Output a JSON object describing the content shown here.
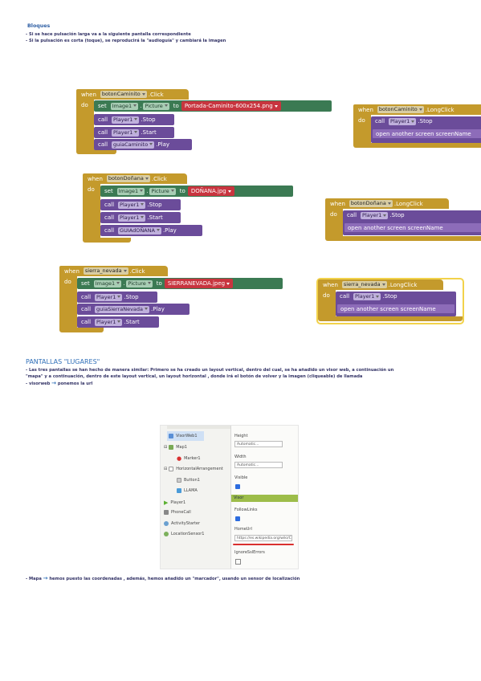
{
  "header": {
    "title": "Bloques",
    "line1": "- Si se hace pulsación larga va a la siguiente pantalla correspondiente",
    "line2": "- Si la pulsación es corta (toque), se reproducirá la \"audioguía\" y cambiará la imagen"
  },
  "blocks": {
    "caminito_click": {
      "when": "when",
      "component": "botonCaminito",
      "event": ".Click",
      "do": "do",
      "set": "set",
      "image": "Image1",
      "dot": ".",
      "prop": "Picture",
      "to": "to",
      "value": "Portada-Caminito-600x254.png",
      "call": "call",
      "player": "Player1",
      "stop": ".Stop",
      "start": ".Start",
      "guia": "guiaCaminito",
      "play": ".Play"
    },
    "caminito_long": {
      "when": "when",
      "component": "botonCaminito",
      "event": ".LongClick",
      "do": "do",
      "call": "call",
      "player": "Player1",
      "stop": ".Stop",
      "open": "open another screen  screenName"
    },
    "donana_click": {
      "when": "when",
      "component": "botonDoñana",
      "event": ".Click",
      "do": "do",
      "set": "set",
      "image": "Image1",
      "dot": ".",
      "prop": "Picture",
      "to": "to",
      "value": "DOÑANA.jpg",
      "call": "call",
      "player": "Player1",
      "stop": ".Stop",
      "start": ".Start",
      "guia": "GUIAdOÑANA",
      "play": ".Play"
    },
    "donana_long": {
      "when": "when",
      "component": "botonDoñana",
      "event": ".LongClick",
      "do": "do",
      "call": "call",
      "player": "Player1",
      "stop": ".Stop",
      "open": "open another screen  screenName"
    },
    "sierra_click": {
      "when": "when",
      "component": "sierra_nevada",
      "event": ".Click",
      "do": "do",
      "set": "set",
      "image": "Image1",
      "dot": ".",
      "prop": "Picture",
      "to": "to",
      "value": "SIERRANEVADA.jpeg",
      "call": "call",
      "player": "Player1",
      "stop": ".Stop",
      "start": ".Start",
      "guia": "guiaSierraNevada",
      "play": ".Play"
    },
    "sierra_long": {
      "when": "when",
      "component": "sierra_nevada",
      "event": ".LongClick",
      "do": "do",
      "call": "call",
      "player": "Player1",
      "stop": ".Stop",
      "open": "open another screen  screenName"
    }
  },
  "section2": {
    "title": "PANTALLAS \"LUGARES\"",
    "line1": "- Las tres pantallas se han hecho de manera similar: Primero se ha creado un layout vertical, dentro del cual, se ha añadido un visor web, a continuación un",
    "line2": "\"mapa\" y a continuación, dentro de este layout vertical, un layout horizontal , donde irá el botón de volver y la imagen (cliqueable) de llamada",
    "line3": "- visorweb",
    "line3b": "ponemos la url",
    "arrow": "→"
  },
  "screenshot": {
    "tree": [
      "VisorWeb1",
      "Map1",
      "Marker1",
      "HorizontalArrangement",
      "Button1",
      "LLAMA",
      "Player1",
      "PhoneCall",
      "ActivityStarter",
      "LocationSensor1"
    ],
    "props": {
      "height_label": "Height",
      "height_value": "Automatic...",
      "width_label": "Width",
      "width_value": "Automatic...",
      "visible_label": "Visible",
      "group_label": "Visor",
      "follow_label": "FollowLinks",
      "homeurl_label": "HomeUrl",
      "homeurl_value": "https://es.wikipedia.org/wiki/Caminito",
      "ignore_label": "IgnoreSslErrors"
    }
  },
  "footer": {
    "line": "- Mapa",
    "arrow": "→",
    "rest": "hemos puesto las coordenadas , además, hemos añadido un \"marcador\", usando un sensor de localización"
  },
  "colors": {
    "event": "#c49a2c",
    "method": "#6b4c9a",
    "setter": "#3b7a53",
    "text": "#c8353f",
    "heading": "#2f5fa4"
  }
}
